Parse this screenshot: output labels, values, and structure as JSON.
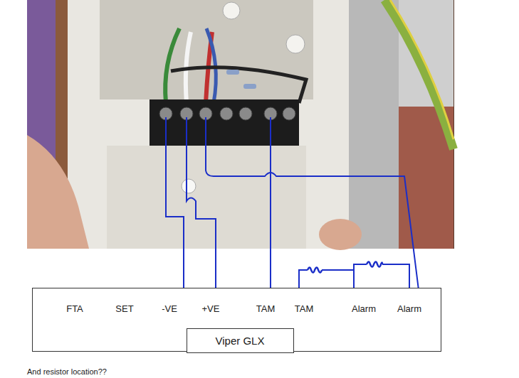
{
  "diagram": {
    "nodes": [
      {
        "text": [
          "FTA",
          "SET",
          "-VE",
          "+VE",
          "TAM",
          "TAM",
          "Alarm",
          "Alarm"
        ]
      },
      {
        "text": [
          "Viper GLX"
        ],
        "in": 0
      }
    ],
    "labels": [
      "And resistor location??"
    ]
  }
}
